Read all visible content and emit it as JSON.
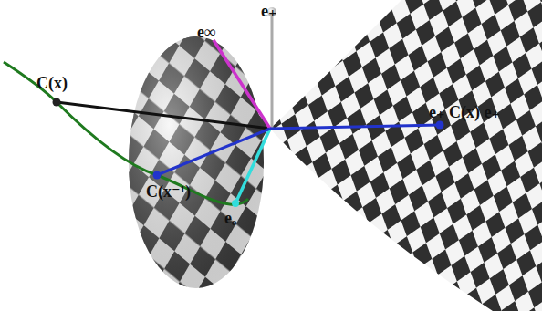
{
  "diagram": {
    "labels": [
      "C(x)",
      "e∞",
      "e₊",
      "e₊ C(x) e₊",
      "C(x⁻¹)",
      "eₒ"
    ]
  }
}
